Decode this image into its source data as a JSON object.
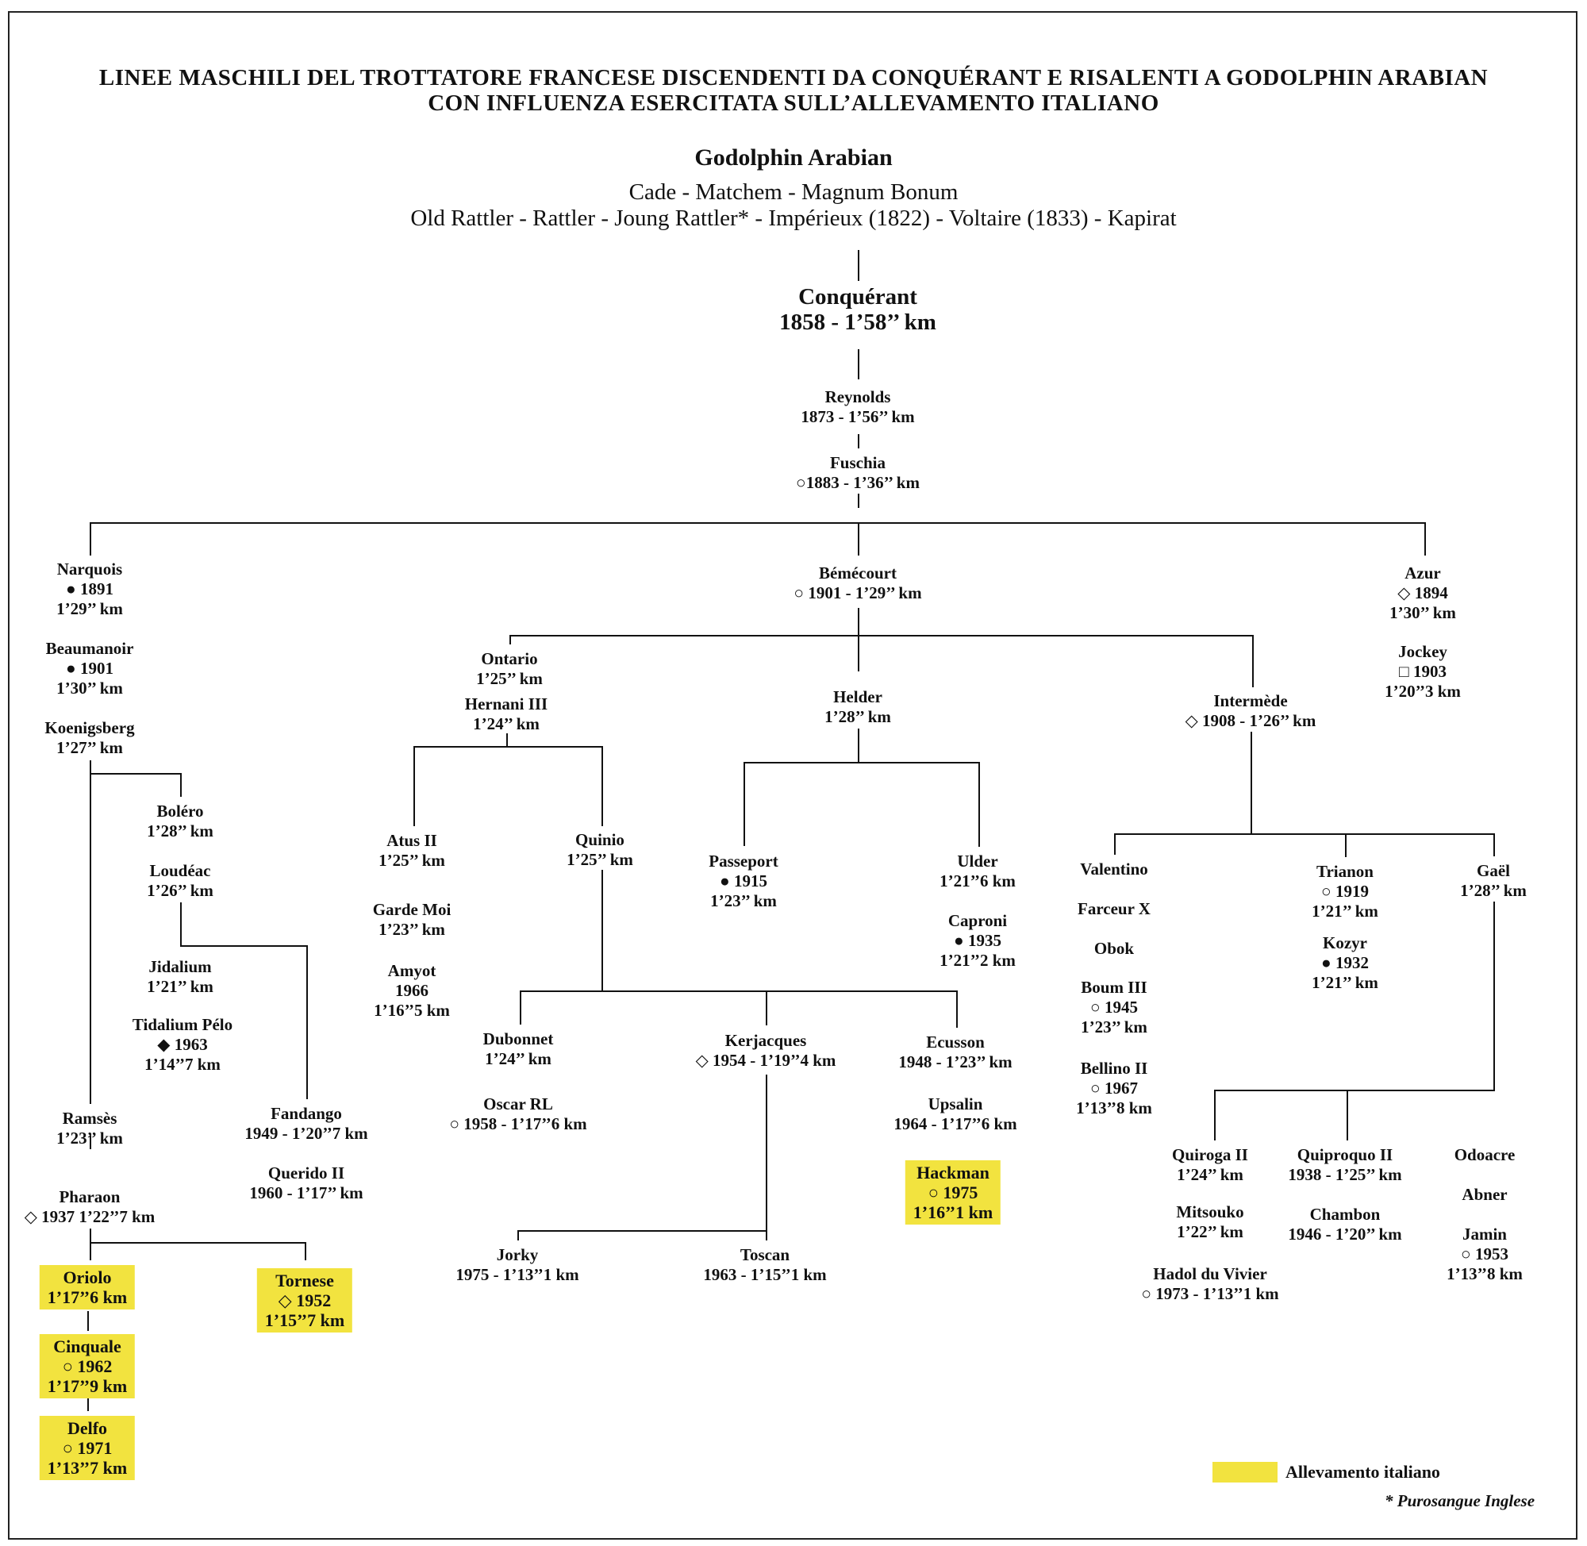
{
  "title": {
    "line1": "LINEE MASCHILI DEL TROTTATORE FRANCESE DISCENDENTI DA CONQUÉRANT E RISALENTI A GODOLPHIN ARABIAN",
    "line2": "CON INFLUENZA ESERCITATA SULL’ALLEVAMENTO ITALIANO"
  },
  "origin": {
    "name": "Godolphin Arabian",
    "line1": "Cade - Matchem - Magnum Bonum",
    "line2": "Old Rattler - Rattler - Joung Rattler* - Impérieux (1822) - Voltaire (1833) - Kapirat"
  },
  "conquerant": {
    "name": "Conquérant",
    "info": "1858 - 1’58’’ km"
  },
  "nodes": {
    "reynolds": [
      "Reynolds",
      "1873 - 1’56’’ km"
    ],
    "fuschia": [
      "Fuschia",
      "○1883 - 1’36’’ km"
    ],
    "narquois": [
      "Narquois",
      "● 1891",
      "1’29’’ km"
    ],
    "beaumanoir": [
      "Beaumanoir",
      "● 1901",
      "1’30’’ km"
    ],
    "koenigsberg": [
      "Koenigsberg",
      "1’27’’ km"
    ],
    "bolero": [
      "Boléro",
      "1’28’’ km"
    ],
    "loudeac": [
      "Loudéac",
      "1’26’’ km"
    ],
    "jidalium": [
      "Jidalium",
      "1’21’’ km"
    ],
    "tidalium": [
      "Tidalium Pélo",
      "◆ 1963",
      "1’14’’7 km"
    ],
    "fandango": [
      "Fandango",
      "1949 - 1’20’’7 km"
    ],
    "querido": [
      "Querido II",
      "1960 - 1’17’’ km"
    ],
    "ramses": [
      "Ramsès",
      "1’23’’ km"
    ],
    "pharaon": [
      "Pharaon",
      "◇ 1937 1’22’’7 km"
    ],
    "oriolo": [
      "Oriolo",
      "1’17’’6 km"
    ],
    "cinquale": [
      "Cinquale",
      "○ 1962",
      "1’17’’9 km"
    ],
    "delfo": [
      "Delfo",
      "○ 1971",
      "1’13’’7 km"
    ],
    "tornese": [
      "Tornese",
      "◇ 1952",
      "1’15’’7 km"
    ],
    "bemecourt": [
      "Bémécourt",
      "○ 1901 - 1’29’’ km"
    ],
    "azur": [
      "Azur",
      "◇ 1894",
      "1’30’’ km"
    ],
    "jockey": [
      "Jockey",
      "□ 1903",
      "1’20’’3 km"
    ],
    "ontario": [
      "Ontario",
      "1’25’’ km"
    ],
    "hernani": [
      "Hernani III",
      "1’24’’ km"
    ],
    "helder": [
      "Helder",
      "1’28’’ km"
    ],
    "intermede": [
      "Intermède",
      "◇ 1908 - 1’26’’ km"
    ],
    "atus": [
      "Atus II",
      "1’25’’ km"
    ],
    "gardemoi": [
      "Garde Moi",
      "1’23’’ km"
    ],
    "amyot": [
      "Amyot",
      "1966",
      "1’16’’5 km"
    ],
    "quinio": [
      "Quinio",
      "1’25’’ km"
    ],
    "dubonnet": [
      "Dubonnet",
      "1’24’’ km"
    ],
    "oscar": [
      "Oscar RL",
      "○ 1958 - 1’17’’6 km"
    ],
    "kerjacques": [
      "Kerjacques",
      "◇ 1954 - 1’19’’4 km"
    ],
    "ecusson": [
      "Ecusson",
      "1948 - 1’23’’ km"
    ],
    "upsalin": [
      "Upsalin",
      "1964 - 1’17’’6 km"
    ],
    "hackman": [
      "Hackman",
      "○ 1975",
      "1’16’’1 km"
    ],
    "jorky": [
      "Jorky",
      "1975 - 1’13’’1 km"
    ],
    "toscan": [
      "Toscan",
      "1963 - 1’15’’1 km"
    ],
    "passeport": [
      "Passeport",
      "● 1915",
      "1’23’’ km"
    ],
    "ulder": [
      "Ulder",
      "1’21’’6 km"
    ],
    "caproni": [
      "Caproni",
      "● 1935",
      "1’21’’2 km"
    ],
    "valentino": [
      "Valentino"
    ],
    "farceur": [
      "Farceur X"
    ],
    "obok": [
      "Obok"
    ],
    "boum": [
      "Boum III",
      "○ 1945",
      "1’23’’ km"
    ],
    "bellino": [
      "Bellino II",
      "○ 1967",
      "1’13’’8 km"
    ],
    "trianon": [
      "Trianon",
      "○ 1919",
      "1’21’’ km"
    ],
    "kozyr": [
      "Kozyr",
      "● 1932",
      "1’21’’ km"
    ],
    "gael": [
      "Gaël",
      "1’28’’ km"
    ],
    "quiroga": [
      "Quiroga II",
      "1’24’’ km"
    ],
    "mitsouko": [
      "Mitsouko",
      "1’22’’ km"
    ],
    "hadol": [
      "Hadol du Vivier",
      "○ 1973 - 1’13’’1 km"
    ],
    "quiproquo": [
      "Quiproquo II",
      "1938 - 1’25’’ km"
    ],
    "chambon": [
      "Chambon",
      "1946 - 1’20’’ km"
    ],
    "odoacre": [
      "Odoacre"
    ],
    "abner": [
      "Abner"
    ],
    "jamin": [
      "Jamin",
      "○ 1953",
      "1’13’’8 km"
    ]
  },
  "legend": {
    "label": "Allevamento italiano",
    "color": "#f2e33f"
  },
  "footnote": "* Purosangue Inglese"
}
